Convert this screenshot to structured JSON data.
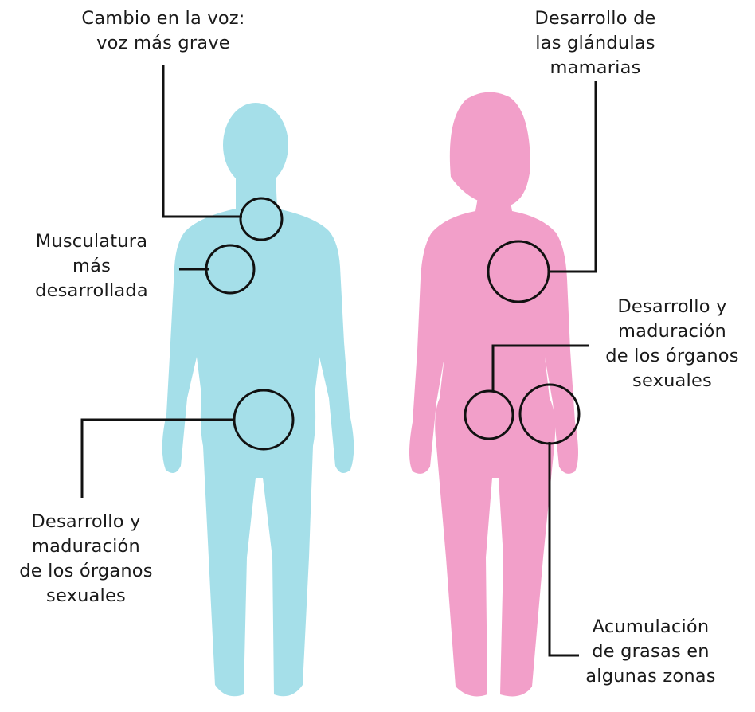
{
  "colors": {
    "male_body": "#a5dfe9",
    "female_body": "#f29fc9",
    "leader_line": "#111111"
  },
  "male": {
    "voice": [
      "Cambio en la voz:",
      "voz más grave"
    ],
    "muscles": [
      "Musculatura",
      "más",
      "desarrollada"
    ],
    "organs": [
      "Desarrollo y",
      "maduración",
      "de los órganos",
      "sexuales"
    ]
  },
  "female": {
    "mammary": [
      "Desarrollo de",
      "las glándulas",
      "mamarias"
    ],
    "organs": [
      "Desarrollo y",
      "maduración",
      "de los órganos",
      "sexuales"
    ],
    "fat": [
      "Acumulación",
      "de grasas en",
      "algunas zonas"
    ]
  }
}
